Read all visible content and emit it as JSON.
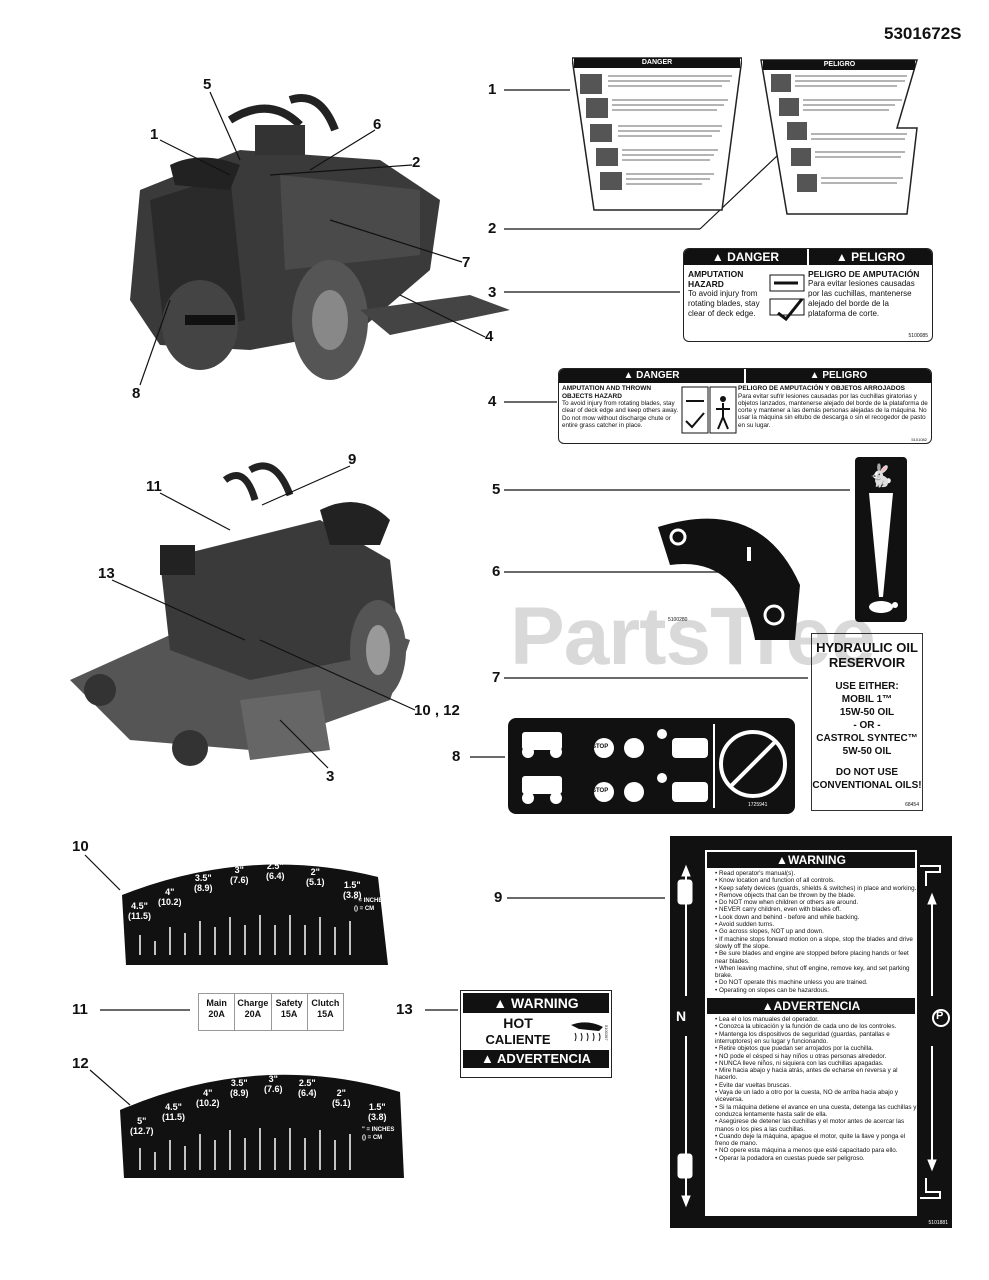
{
  "part_number": "5301672S",
  "watermark": {
    "text": "PartsTree",
    "tm": "TM"
  },
  "callouts": [
    "1",
    "2",
    "3",
    "4",
    "5",
    "6",
    "7",
    "8",
    "9",
    "10",
    "11",
    "12",
    "13",
    "10 , 12"
  ],
  "decal1": {
    "header_en": "DANGER",
    "header_es": "PELIGRO"
  },
  "decal3": {
    "danger": "DANGER",
    "peligro": "PELIGRO",
    "title_en": "AMPUTATION HAZARD",
    "body_en": "To avoid injury from rotating blades, stay clear of deck edge.",
    "title_es": "PELIGRO DE AMPUTACIÓN",
    "body_es": "Para evitar lesiones causadas por las cuchillas, mantenerse alejado del borde de la plataforma de corte.",
    "code": "5100085"
  },
  "decal4": {
    "danger": "DANGER",
    "peligro": "PELIGRO",
    "title_en": "AMPUTATION AND THROWN OBJECTS HAZARD",
    "body_en": "To avoid injury from rotating blades, stay clear of deck edge and keep others away. Do not mow without discharge chute or entire grass catcher in place.",
    "title_es": "PELIGRO DE AMPUTACIÓN Y OBJETOS ARROJADOS",
    "body_es": "Para evitar sufrir lesiones causadas por las cuchillas giratorias y objetos lanzados, mantenerse alejado del borde de la plataforma de corte y mantener a las demás personas alejadas de la máquina. No usar la máquina sin eltubo de descarga o sin el recogedor de pasto en su lugar.",
    "code": "5101082"
  },
  "decal6": {
    "code": "5100280"
  },
  "decal7": {
    "title": "HYDRAULIC OIL RESERVOIR",
    "line1": "USE EITHER:",
    "line2": "MOBIL 1™",
    "line3": "15W-50 OIL",
    "line4": "- OR -",
    "line5": "CASTROL SYNTEC™",
    "line6": "5W-50 OIL",
    "line7": "DO NOT USE CONVENTIONAL OILS!",
    "code": "68454"
  },
  "decal8": {
    "code": "1725941",
    "stop": "STOP"
  },
  "decal10": {
    "ticks": [
      "4.5\"\n(11.5)",
      "4\"\n(10.2)",
      "3.5\"\n(8.9)",
      "3\"\n(7.6)",
      "2.5\"\n(6.4)",
      "2\"\n(5.1)",
      "1.5\"\n(3.8)"
    ],
    "units": "\" = INCHES\n() = CM"
  },
  "decal11": {
    "fuses": [
      {
        "name": "Main",
        "amp": "20A"
      },
      {
        "name": "Charge",
        "amp": "20A"
      },
      {
        "name": "Safety",
        "amp": "15A"
      },
      {
        "name": "Clutch",
        "amp": "15A"
      }
    ]
  },
  "decal12": {
    "ticks": [
      "5\"\n(12.7)",
      "4.5\"\n(11.5)",
      "4\"\n(10.2)",
      "3.5\"\n(8.9)",
      "3\"\n(7.6)",
      "2.5\"\n(6.4)",
      "2\"\n(5.1)",
      "1.5\"\n(3.8)"
    ],
    "units": "\" = INCHES\n() = CM"
  },
  "decal13": {
    "warning": "WARNING",
    "hot": "HOT",
    "caliente": "CALIENTE",
    "advertencia": "ADVERTENCIA",
    "code": "5100367"
  },
  "decal9": {
    "warning": "WARNING",
    "advertencia": "ADVERTENCIA",
    "n": "N",
    "p": "P",
    "items_en": [
      "Read operator's manual(s).",
      "Know location and function of all controls.",
      "Keep safety devices (guards, shields & switches) in place and working.",
      "Remove objects that can be thrown by the blade.",
      "Do NOT mow when children or others are around.",
      "NEVER carry children, even with blades off.",
      "Look down and behind - before and while backing.",
      "Avoid sudden turns.",
      "Go across slopes, NOT up and down.",
      "If machine stops forward motion on a slope, stop the blades and drive slowly off the slope.",
      "Be sure blades and engine are stopped before placing hands or feet near blades.",
      "When leaving machine, shut off engine, remove key, and set parking brake.",
      "Do NOT operate this machine unless you are trained.",
      "Operating on slopes can be hazardous."
    ],
    "items_es": [
      "Lea el o los manuales del operador.",
      "Conozca la ubicación y la función de cada uno de los controles.",
      "Mantenga los dispositivos de seguridad (guardas, pantallas e interruptores) en su lugar y funcionando.",
      "Retire objetos que puedan ser arrojados por la cuchilla.",
      "NO pode el césped si hay niños u otras personas alrededor.",
      "NUNCA lleve niños, ni siquiera con las cuchillas apagadas.",
      "Mire hacia abajo y hacia atrás, antes de echarse en reversa y al hacerlo.",
      "Evite dar vueltas bruscas.",
      "Vaya de un lado a otro por la cuesta, NO de arriba hacia abajo y viceversa.",
      "Si la máquina detiene el avance en una cuesta, detenga las cuchillas y conduzca lentamente hasta salir de ella.",
      "Asegúrese de detener las cuchillas y el motor antes de acercar las manos o los pies a las cuchillas.",
      "Cuando deje la máquina, apague el motor, quite la llave y ponga el freno de mano.",
      "NO opere esta máquina a menos que esté capacitado para ello.",
      "Operar la podadora en cuestas puede ser peligroso."
    ],
    "code": "5101881"
  }
}
